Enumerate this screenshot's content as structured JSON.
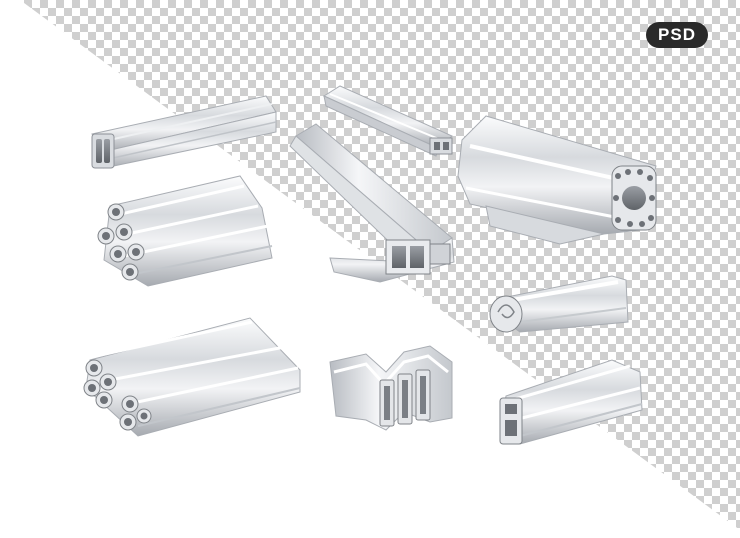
{
  "badge": {
    "label": "PSD"
  },
  "colors": {
    "checker_dark": "#cfcfcf",
    "checker_light": "#ffffff",
    "metal_light": "#f4f5f7",
    "metal_mid": "#c9ccd1",
    "metal_dark": "#8d9197",
    "badge_bg": "#2a2a2a"
  },
  "objects": [
    "triple-rail-profile",
    "pipe-bundle-small",
    "pipe-bundle-large",
    "thin-rail-profile",
    "square-tube-profile",
    "zigzag-profile",
    "multi-hole-profile",
    "rolled-sheet",
    "stepped-rail-profile"
  ]
}
